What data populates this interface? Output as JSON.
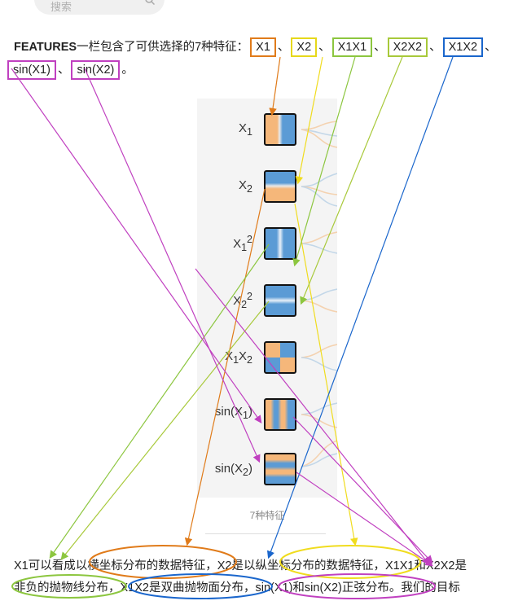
{
  "search": {
    "placeholder": "搜索"
  },
  "intro": {
    "lead_bold": "FEATURES",
    "lead_text": "一栏包含了可供选择的7种特征：",
    "tags": [
      {
        "label": "X1",
        "color": "#e07b1a"
      },
      {
        "label": "X2",
        "color": "#e6d81a"
      },
      {
        "label": "X1X1",
        "color": "#8cc63f"
      },
      {
        "label": "X2X2",
        "color": "#a8c93a"
      },
      {
        "label": "X1X2",
        "color": "#1a66cc"
      },
      {
        "label": "sin(X1)",
        "color": "#c040c0"
      },
      {
        "label": "sin(X2)",
        "color": "#c040c0"
      }
    ],
    "sep": "、",
    "end": "。"
  },
  "features": [
    {
      "base": "X",
      "sub": "1",
      "sup": ""
    },
    {
      "base": "X",
      "sub": "2",
      "sup": ""
    },
    {
      "base": "X",
      "sub": "1",
      "sup": "2"
    },
    {
      "base": "X",
      "sub": "2",
      "sup": "2"
    },
    {
      "base": "X",
      "sub": "1",
      "sup": "",
      "base2": "X",
      "sub2": "2"
    },
    {
      "base": "sin(X",
      "sub": "1",
      "sup": "",
      "tail": ")"
    },
    {
      "base": "sin(X",
      "sub": "2",
      "sup": "",
      "tail": ")"
    }
  ],
  "caption": "7种特征",
  "paragraph": {
    "s1": "X1可以看成以",
    "s2": "横坐标分布的数据特征",
    "s3": "，X2是以",
    "s4": "纵坐标分布的数据特征",
    "s5": "，X1X1和X2X2是",
    "s6": "非负的抛物线分布",
    "s7": "，",
    "s8": "X1X2是双曲抛物面分布",
    "s9": "，",
    "s10": "sin(X1)和sin(X2)正弦分布",
    "s11": "。我们的目标"
  },
  "colors": {
    "orange": "#e07b1a",
    "yellow": "#f0dc1e",
    "green": "#8cc63f",
    "blue": "#1a66cc",
    "magenta": "#c040c0",
    "tile_blue": "#5b9bd5",
    "tile_orange": "#f5b77a"
  }
}
